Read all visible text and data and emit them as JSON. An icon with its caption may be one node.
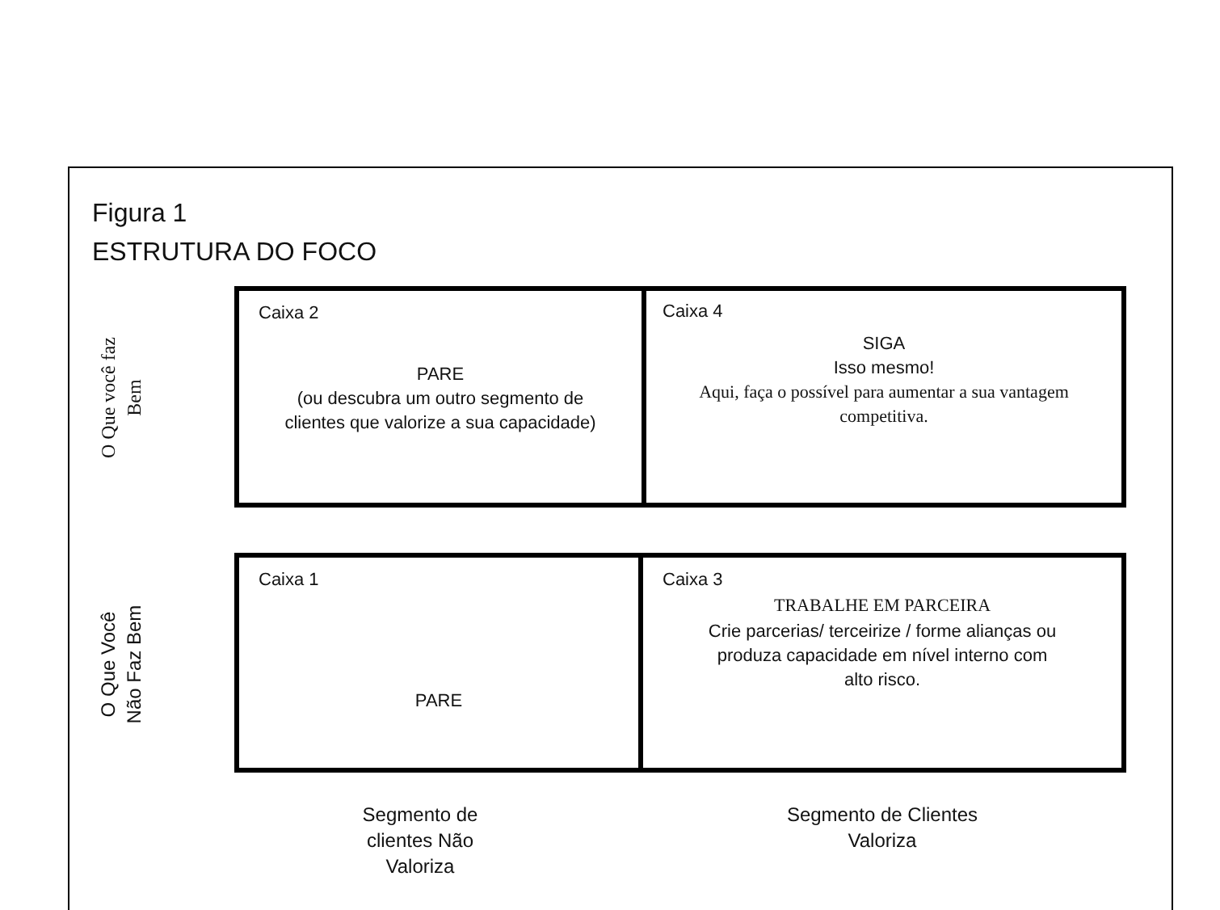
{
  "diagram": {
    "title": "ESTRUTURA DO FOCO",
    "nodes": [
      {
        "text": [
          "Caixa 2",
          "PARE",
          "(ou descubra um outro segmento de clientes que valorize a sua capacidade)"
        ]
      },
      {
        "text": [
          "Caixa 4",
          "SIGA",
          "Isso mesmo!",
          "Aqui, faça o possível para aumentar a sua vantagem competitiva."
        ]
      },
      {
        "text": [
          "Caixa 1",
          "PARE"
        ]
      },
      {
        "text": [
          "Caixa 3",
          "TRABALHE EM PARCEIRA",
          "Crie parcerias/ terceirize / forme alianças ou produza capacidade em nível interno com alto risco."
        ]
      }
    ],
    "edges": [],
    "labels": [
      "Figura 1",
      "O Que você faz Bem",
      "O Que Você Não Faz Bem",
      "Segmento de clientes Não Valoriza",
      "Segmento de Clientes Valoriza"
    ]
  }
}
